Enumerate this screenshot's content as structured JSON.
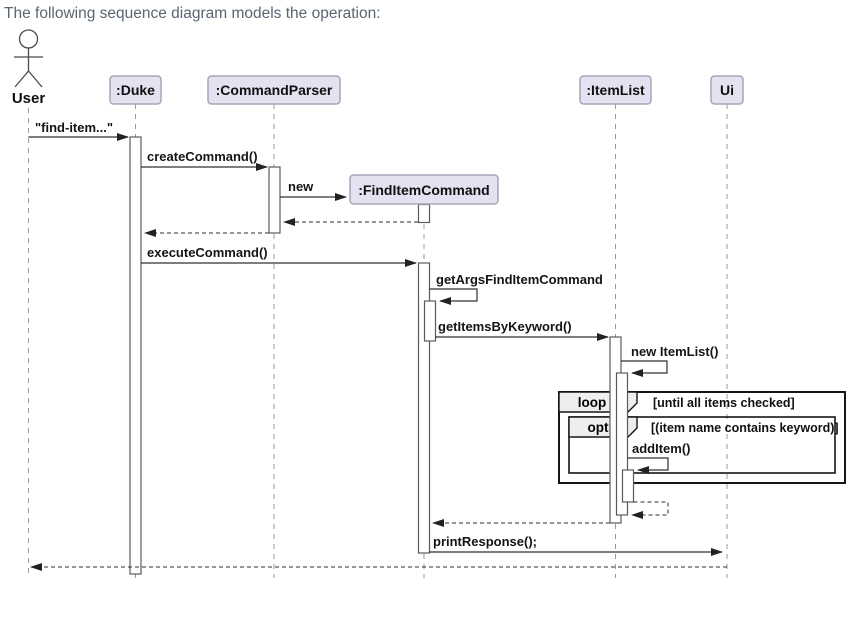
{
  "title": "The following sequence diagram models the operation:",
  "diagram": {
    "actor": {
      "label": "User"
    },
    "participants": [
      {
        "label": ":Duke"
      },
      {
        "label": ":CommandParser"
      },
      {
        "label": ":FindItemCommand"
      },
      {
        "label": ":ItemList"
      },
      {
        "label": "Ui"
      }
    ],
    "messages": [
      {
        "label": "\"find-item...\"",
        "type": "sync"
      },
      {
        "label": "createCommand()",
        "type": "sync"
      },
      {
        "label": "new",
        "type": "create"
      },
      {
        "label": "executeCommand()",
        "type": "sync"
      },
      {
        "label": "getArgsFindItemCommand",
        "type": "self"
      },
      {
        "label": "getItemsByKeyword()",
        "type": "sync"
      },
      {
        "label": "new ItemList()",
        "type": "self"
      },
      {
        "label": "addItem()",
        "type": "self"
      },
      {
        "label": "printResponse();",
        "type": "sync"
      }
    ],
    "fragments": [
      {
        "operator": "loop",
        "guard": "[until all items checked]"
      },
      {
        "operator": "opt",
        "guard": "[(item name contains keyword)]"
      }
    ],
    "colors": {
      "participant_fill": "#E2E2F0",
      "participant_border": "#A5A5B8",
      "lifeline": "#9A9A9A",
      "message_line": "#303030",
      "fragment_border": "#161616",
      "fragment_label_fill": "#EEEEEE",
      "title_text": "#5A6572"
    }
  }
}
